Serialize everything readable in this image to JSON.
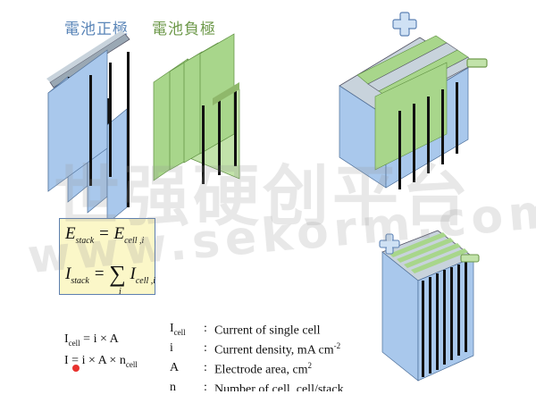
{
  "titles": {
    "positive_electrode": "電池正極",
    "negative_electrode": "電池負極"
  },
  "signs": {
    "plus": "+",
    "minus": "−"
  },
  "stack_formulas": {
    "line1": {
      "lhs": "E",
      "lhs_sub": "stack",
      "rhs": "E",
      "rhs_sub": "cell ,i"
    },
    "line2": {
      "lhs": "I",
      "lhs_sub": "stack",
      "sum_symbol": "∑",
      "sum_index": "i",
      "rhs": "I",
      "rhs_sub": "cell ,i"
    }
  },
  "cell_equations": {
    "eq1": {
      "lhs": "I",
      "lhs_sub": "cell",
      "rhs": " = i × A"
    },
    "eq2": {
      "lhs": "I",
      "rhs": " = i × A × n",
      "rhs_sub": "cell"
    }
  },
  "legend": [
    {
      "symbol": "I",
      "symbol_sub": "cell",
      "description": "Current of single cell",
      "sup": ""
    },
    {
      "symbol": "i",
      "symbol_sub": "",
      "description": "Current density, mA cm",
      "sup": "-2"
    },
    {
      "symbol": "A",
      "symbol_sub": "",
      "description": "Electrode area, cm",
      "sup": "2"
    },
    {
      "symbol": "n",
      "symbol_sub": "",
      "description": "Number of cell, cell/stack",
      "sup": ""
    }
  ],
  "watermark": {
    "line1": "世强硬创平台",
    "line2": "www.sekorm.com"
  },
  "colors": {
    "blue_plate": "#a9c8ec",
    "green_plate": "#a8d68b",
    "edge": "#111111",
    "top_strip": "#8f9aa3",
    "formula_bg": "#fbf7c8"
  }
}
